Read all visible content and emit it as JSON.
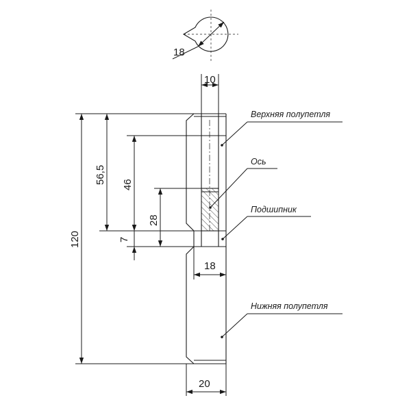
{
  "dimensions": {
    "pin_diameter": "18",
    "top_width": "10",
    "total_height": "120",
    "upper_height": "56,5",
    "pin_depth": "46",
    "pin_length": "28",
    "bearing_height": "7",
    "bearing_diameter": "18",
    "body_width": "20"
  },
  "labels": {
    "upper_half": "Верхняя полупетля",
    "axis": "Ось",
    "bearing": "Подшипник",
    "lower_half": "Нижняя полупетля"
  }
}
